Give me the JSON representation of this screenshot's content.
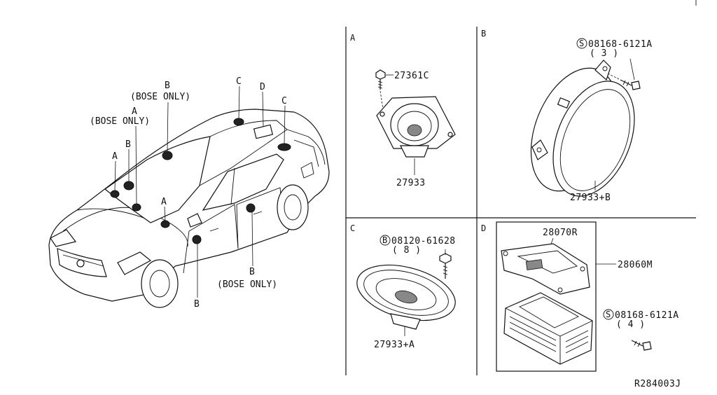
{
  "diagram_id": "R284003J",
  "car_callouts": {
    "a_left": "A",
    "a_mid": "A",
    "a_bose_letter": "A",
    "a_bose_note": "(BOSE ONLY)",
    "b_left": "B",
    "b_top_letter": "B",
    "b_top_note": "(BOSE ONLY)",
    "b_bottom": "B",
    "b_rear_letter": "B",
    "b_rear_note": "(BOSE ONLY)",
    "c_left": "C",
    "c_right": "C",
    "d": "D"
  },
  "panels": {
    "a": {
      "letter": "A",
      "screw_part": "27361C",
      "speaker_part": "27933"
    },
    "b": {
      "letter": "B",
      "screw_symbol": "S",
      "screw_part": "08168-6121A",
      "screw_qty": "( 3 )",
      "speaker_part": "27933+B"
    },
    "c": {
      "letter": "C",
      "bolt_symbol": "B",
      "bolt_part": "08120-61628",
      "bolt_qty": "( 8 )",
      "speaker_part": "27933+A"
    },
    "d": {
      "letter": "D",
      "bracket_part": "28070R",
      "amp_part": "28060M",
      "screw_symbol": "S",
      "screw_part": "08168-6121A",
      "screw_qty": "( 4 )"
    }
  }
}
